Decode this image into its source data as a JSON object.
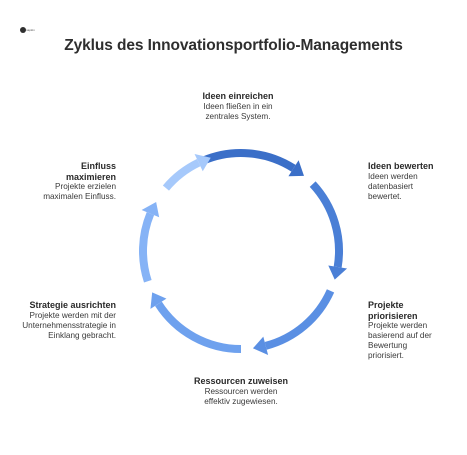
{
  "logo": {
    "text": "napkin"
  },
  "title": "Zyklus des Innovationsportfolio-Managements",
  "steps": [
    {
      "title": "Ideen einreichen",
      "desc": "Ideen fließen in ein zentrales System."
    },
    {
      "title": "Ideen bewerten",
      "desc": "Ideen werden datenbasiert bewertet."
    },
    {
      "title": "Projekte priorisieren",
      "desc": "Projekte werden basierend auf der Bewertung priorisiert."
    },
    {
      "title": "Ressourcen zuweisen",
      "desc": "Ressourcen werden effektiv zugewiesen."
    },
    {
      "title": "Strategie ausrichten",
      "desc": "Projekte werden mit der Unternehmensstrategie in Einklang gebracht."
    },
    {
      "title": "Einfluss maximieren",
      "desc": "Projekte erzielen maximalen Einfluss."
    }
  ],
  "colors": [
    "#3b6fc8",
    "#4a7fd6",
    "#5a8fe3",
    "#6ea1ee",
    "#86b3f6",
    "#a6c9fb"
  ]
}
